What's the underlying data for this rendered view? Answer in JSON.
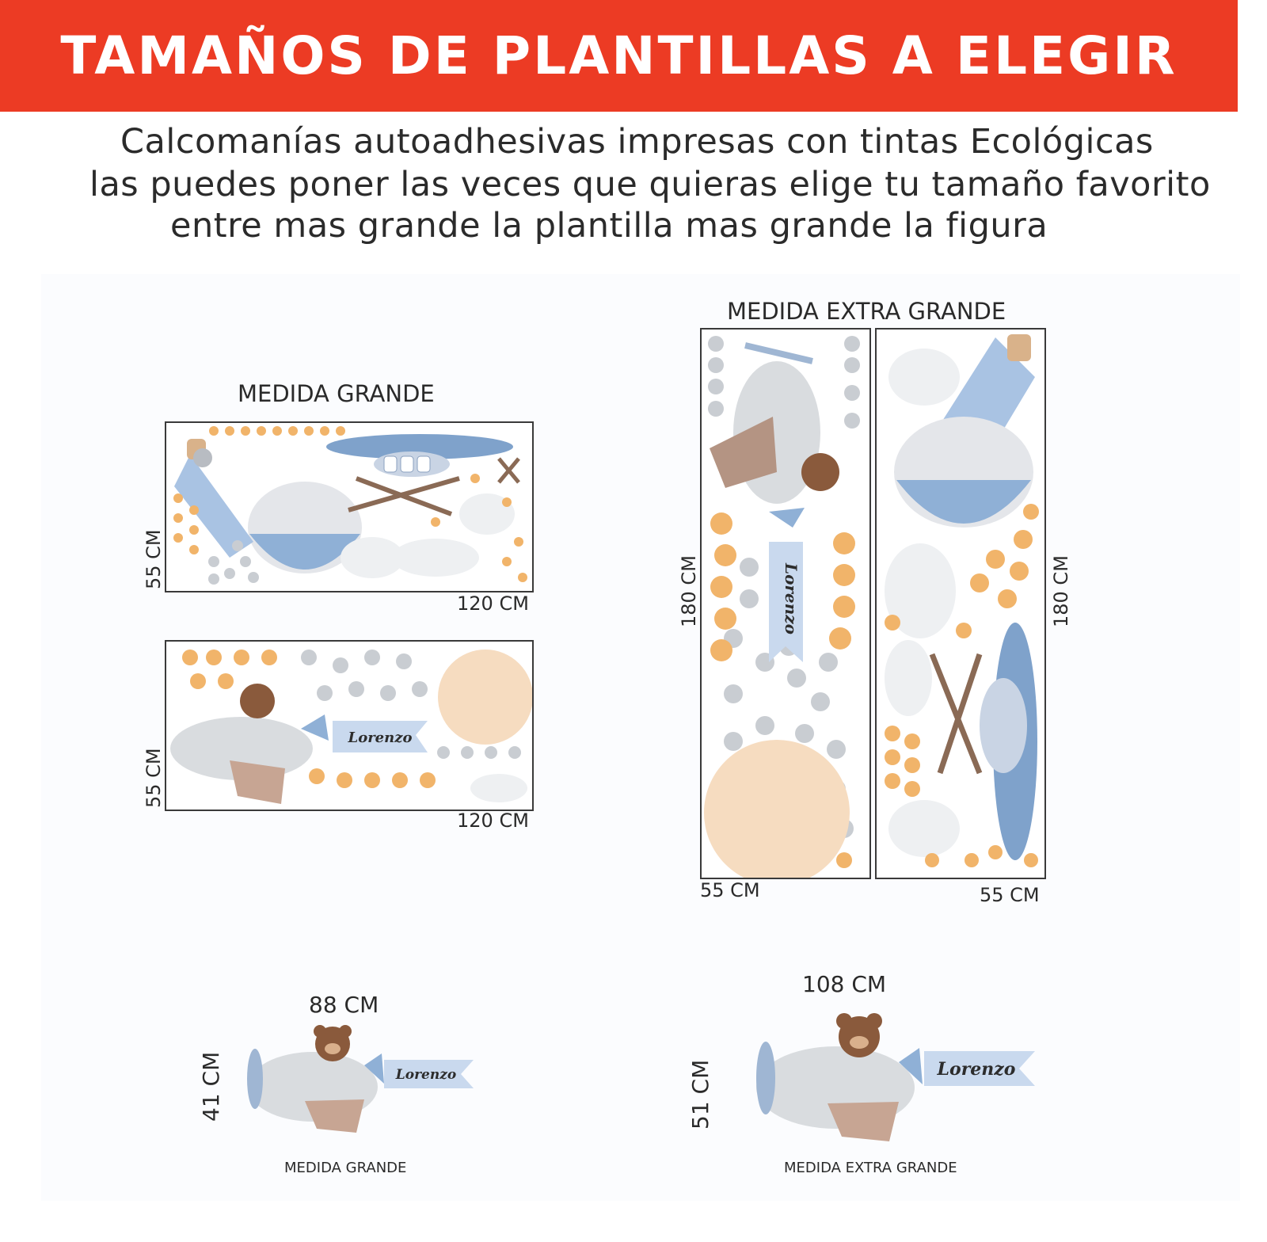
{
  "header": {
    "title": "TAMAÑOS DE PLANTILLAS A ELEGIR",
    "subtitle_lines": [
      "Calcomanías autoadhesivas impresas con tintas Ecológicas",
      "las puedes poner las veces que quieras elige tu tamaño favorito",
      "entre mas grande la plantilla mas grande la figura"
    ]
  },
  "colors": {
    "banner": "#ec3b24",
    "star_orange": "#f1b46a",
    "star_grey": "#c9cdd2",
    "balloon_blue": "#8fb0d6",
    "bear_brown": "#8a5a3c"
  },
  "templates": {
    "grande": {
      "title": "MEDIDA GRANDE",
      "sheet1": {
        "width": "120 CM",
        "height": "55 CM"
      },
      "sheet2": {
        "width": "120 CM",
        "height": "55 CM",
        "name": "Lorenzo"
      }
    },
    "extra_grande": {
      "title": "MEDIDA EXTRA GRANDE",
      "sheet1": {
        "width": "55 CM",
        "height": "180 CM",
        "name": "Lorenzo"
      },
      "sheet2": {
        "width": "55 CM",
        "height": "180 CM"
      }
    }
  },
  "figures": {
    "grande": {
      "width": "88 CM",
      "height": "41 CM",
      "caption": "MEDIDA GRANDE",
      "name": "Lorenzo"
    },
    "extra_grande": {
      "width": "108 CM",
      "height": "51 CM",
      "caption": "MEDIDA EXTRA GRANDE",
      "name": "Lorenzo"
    }
  }
}
